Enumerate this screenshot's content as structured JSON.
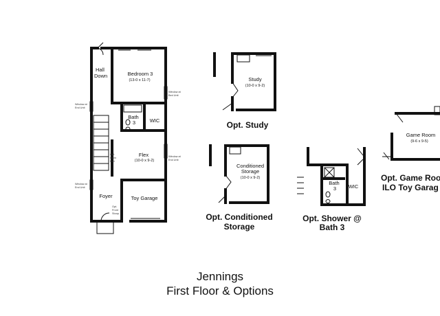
{
  "main_plan": {
    "hall_label": "Hall",
    "down_label": "Down",
    "bedroom_name": "Bedroom 3",
    "bedroom_dim": "(13-0 x 11-7)",
    "bath_name": "Bath",
    "bath_num": "3",
    "wic": "WIC",
    "flex_name": "Flex",
    "flex_dim": "(10-0 x 9-2)",
    "foyer": "Foyer",
    "toy_garage": "Toy Garage",
    "window_note_1a": "Window at",
    "window_note_1b": "Bed Unit",
    "window_note_2a": "Window at",
    "window_note_2b": "End Unit",
    "window_note_3a": "Window at",
    "window_note_3b": "End Unit",
    "window_note_4a": "Window at",
    "window_note_4b": "End Unit",
    "stair_note_a": "Opt.",
    "stair_note_b": "Open",
    "stair_note_c": "Rail",
    "stoop_note_a": "Opt.",
    "stoop_note_b": "Front",
    "stoop_note_c": "Stoop"
  },
  "opt_study": {
    "room": "Study",
    "dim": "(10-0 x 9-2)",
    "caption": "Opt. Study"
  },
  "opt_storage": {
    "room_line1": "Conditioned",
    "room_line2": "Storage",
    "dim": "(10-0 x 9-2)",
    "caption_line1": "Opt. Conditioned",
    "caption_line2": "Storage"
  },
  "opt_shower": {
    "bath_name": "Bath",
    "bath_num": "3",
    "wic": "WIC",
    "caption_line1": "Opt. Shower @",
    "caption_line2": "Bath 3"
  },
  "opt_game": {
    "room": "Game Room",
    "dim": "(9-6 x 9-5)",
    "caption_line1": "Opt. Game Roo",
    "caption_line2": "ILO Toy Garag"
  },
  "title": {
    "line1": "Jennings",
    "line2": "First Floor & Options"
  }
}
